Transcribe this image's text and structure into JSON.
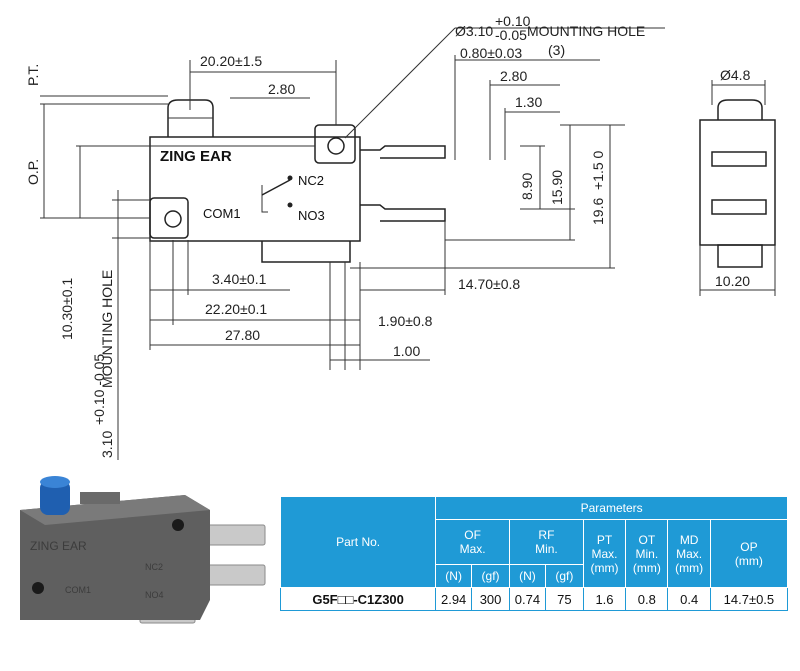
{
  "drawing": {
    "brand_label": "ZING EAR",
    "terminals": {
      "nc": "NC2",
      "com": "COM1",
      "no": "NO3"
    },
    "dimensions": {
      "mounting_hole_top": "Ø3.10",
      "mounting_hole_top_sup": "+0.10",
      "mounting_hole_top_sub": "-0.05",
      "mounting_hole_top_suffix": "MOUNTING HOLE",
      "d_20_20": "20.20±1.5",
      "d_0_80": "0.80±0.03",
      "d_0_80_note": "(3)",
      "d_2_80_top": "2.80",
      "d_2_80_left": "2.80",
      "d_1_30": "1.30",
      "d_8_90": "8.90",
      "d_15_90": "15.90",
      "d_19_6": "19.6",
      "d_19_6_tol": "+1.5 0",
      "pt": "P.T.",
      "op": "O.P.",
      "d_10_30": "10.30±0.1",
      "mounting_hole_left": "3.10",
      "mounting_hole_left_tol": "+0.10 -0.05",
      "mounting_hole_left_suffix": "MOUNTING HOLE",
      "d_3_40": "3.40±0.1",
      "d_22_20": "22.20±0.1",
      "d_27_80": "27.80",
      "d_14_70": "14.70±0.8",
      "d_1_90": "1.90±0.8",
      "d_1_00": "1.00",
      "d_4_8": "Ø4.8",
      "d_10_20": "10.20"
    }
  },
  "photo": {
    "brand_label": "ZING EAR",
    "nc_label": "NC2",
    "com_label": "COM1",
    "no_label": "NO4",
    "colors": {
      "body": "#5f5f5f",
      "plunger": "#1f5fb0",
      "terminal": "#c9c9c9"
    }
  },
  "table": {
    "parameters_header": "Parameters",
    "part_no_header": "Part No.",
    "columns": [
      {
        "name": "OF",
        "sub": "Max."
      },
      {
        "name": "RF",
        "sub": "Min."
      },
      {
        "name": "PT",
        "sub": "Max.",
        "unit": "(mm)"
      },
      {
        "name": "OT",
        "sub": "Min.",
        "unit": "(mm)"
      },
      {
        "name": "MD",
        "sub": "Max.",
        "unit": "(mm)"
      },
      {
        "name": "OP",
        "unit": "(mm)"
      }
    ],
    "units": {
      "n": "(N)",
      "gf": "(gf)"
    },
    "row": {
      "part_no": "G5F□□-C1Z300",
      "of_n": "2.94",
      "of_gf": "300",
      "rf_n": "0.74",
      "rf_gf": "75",
      "pt": "1.6",
      "ot": "0.8",
      "md": "0.4",
      "op": "14.7±0.5"
    },
    "header_color": "#1f9ad6"
  }
}
